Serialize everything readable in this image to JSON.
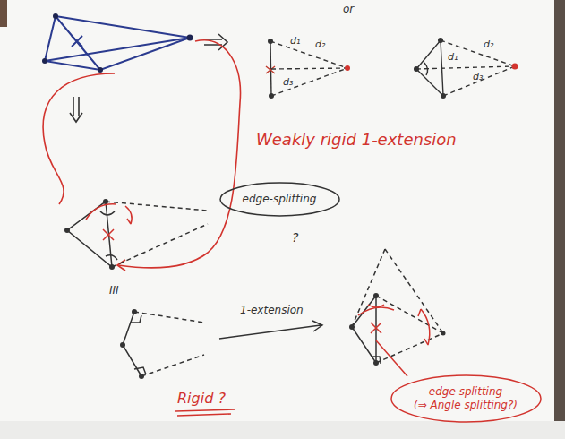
{
  "diagram": {
    "nodes": [
      {
        "text": [
          "edge-splitting"
        ]
      },
      {
        "text": [
          "edge splitting",
          "(⇒ Angle splitting?)"
        ]
      }
    ],
    "labels": [
      "or",
      "d₁",
      "d₂",
      "d₃",
      "d₁",
      "d₂",
      "d₃",
      "Weakly rigid 1-extension",
      "?",
      "III",
      "1-extension",
      "Rigid ?"
    ]
  }
}
